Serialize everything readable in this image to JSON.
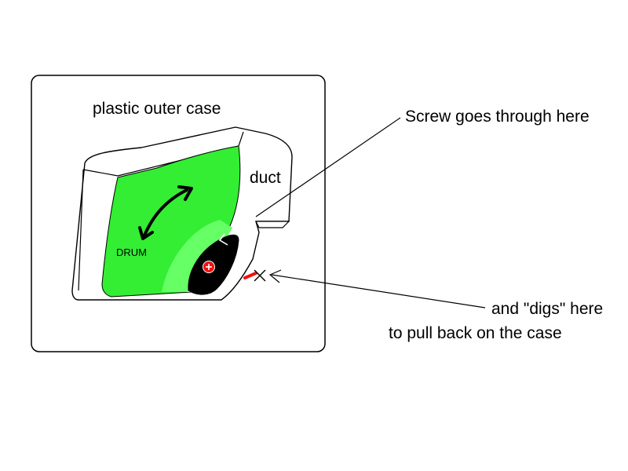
{
  "labels": {
    "outer_case": "plastic outer case",
    "duct": "duct",
    "drum": "DRUM",
    "screw": "Screw goes through here",
    "digs_line1": "and \"digs\" here",
    "digs_line2": "to pull back on the case"
  },
  "colors": {
    "drum_fill": "#33ee33",
    "drum_fill_light": "#66ff66",
    "dark_region": "#000000",
    "screw_head": "#ee1111",
    "dig_mark": "#ee1111",
    "outline": "#000000",
    "background": "#ffffff"
  },
  "icons": {
    "rotation": "double-headed-curved-arrow-icon",
    "screw": "screw-head-icon",
    "dig_point": "x-mark-icon"
  }
}
